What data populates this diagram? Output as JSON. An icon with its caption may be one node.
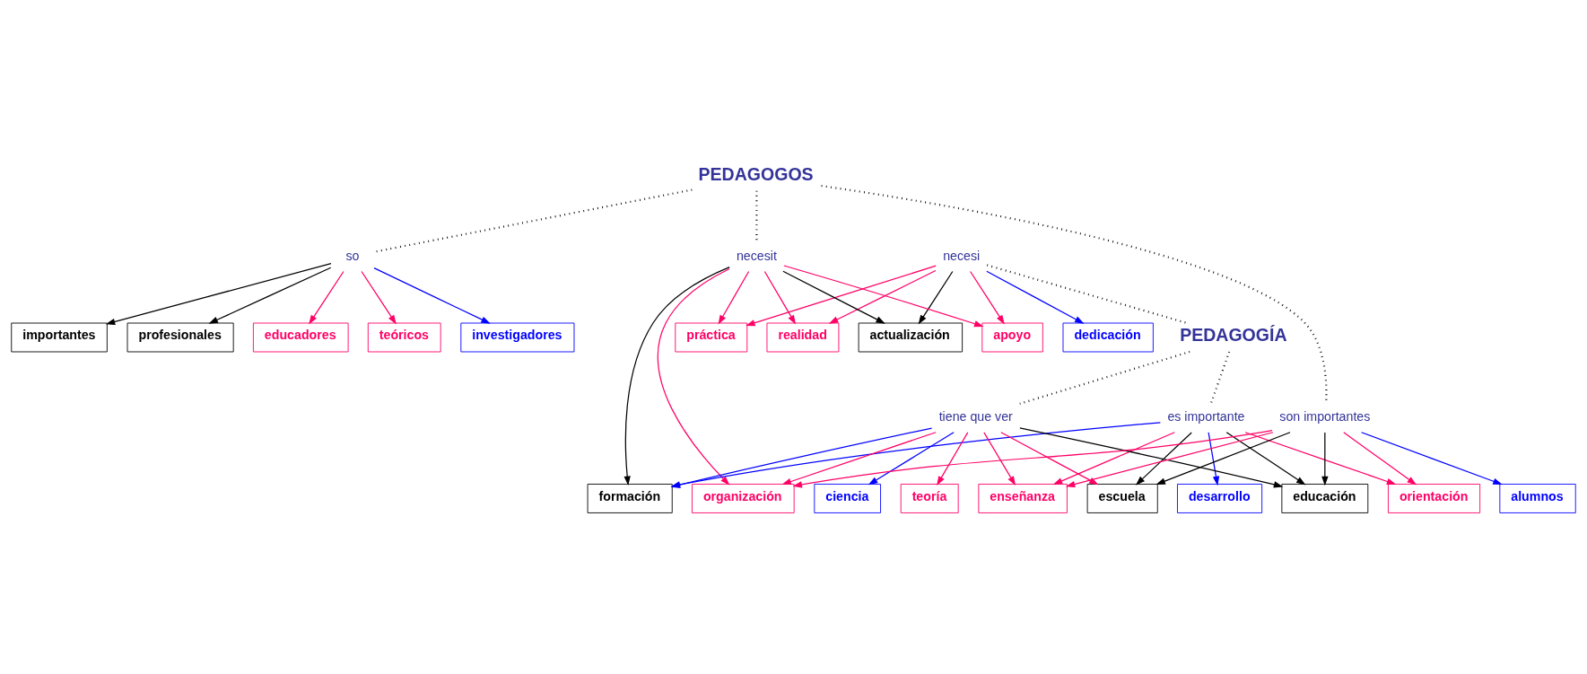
{
  "diagram": {
    "nodes": [
      {
        "text": [
          "PEDAGOGOS"
        ]
      },
      {
        "text": [
          "práctica"
        ]
      },
      {
        "text": [
          "necesi"
        ]
      },
      {
        "text": [
          "PEDAGOGÍA"
        ]
      },
      {
        "text": [
          "teóricos"
        ]
      },
      {
        "text": [
          "realidad"
        ]
      },
      {
        "text": [
          "actualización"
        ]
      },
      {
        "text": [
          "dedicación"
        ]
      },
      {
        "text": [
          "teoría"
        ]
      },
      {
        "text": [
          "investigadores"
        ]
      },
      {
        "text": [
          "necesit"
        ]
      },
      {
        "text": [
          "apoyo"
        ]
      },
      {
        "text": [
          "es importante"
        ]
      },
      {
        "text": [
          "ciencia"
        ]
      },
      {
        "text": [
          "importantes"
        ]
      },
      {
        "text": [
          "so"
        ]
      },
      {
        "text": [
          "formación"
        ]
      },
      {
        "text": [
          "tiene que ver"
        ]
      },
      {
        "text": [
          "escuela"
        ]
      },
      {
        "text": [
          "son importantes"
        ]
      },
      {
        "text": [
          "profesionales"
        ]
      },
      {
        "text": [
          "enseñanza"
        ]
      },
      {
        "text": [
          "educadores"
        ]
      },
      {
        "text": [
          "orientación"
        ]
      },
      {
        "text": [
          "alumnos"
        ]
      },
      {
        "text": [
          "educación"
        ]
      },
      {
        "text": [
          "desarrollo"
        ]
      },
      {
        "text": [
          "organización"
        ]
      }
    ],
    "edges": [
      {
        "from": 0,
        "to": 15,
        "arrow": "none",
        "style": "dashed",
        "color": "#000000"
      },
      {
        "from": 0,
        "to": 10,
        "arrow": "none",
        "style": "dashed",
        "color": "#000000"
      },
      {
        "from": 0,
        "to": 19,
        "arrow": "none",
        "style": "dashed",
        "color": "#000000"
      },
      {
        "from": 2,
        "to": 3,
        "arrow": "none",
        "style": "dashed",
        "color": "#000000"
      },
      {
        "from": 3,
        "to": 12,
        "arrow": "none",
        "style": "dashed",
        "color": "#000000"
      },
      {
        "from": 3,
        "to": 17,
        "arrow": "none",
        "style": "dashed",
        "color": "#000000"
      },
      {
        "from": 2,
        "to": 1,
        "arrow": "to"
      },
      {
        "from": 2,
        "to": 5,
        "arrow": "to"
      },
      {
        "from": 2,
        "to": 6,
        "arrow": "to",
        "color": "#000000"
      },
      {
        "from": 2,
        "to": 7,
        "arrow": "to",
        "color": "#0000ff"
      },
      {
        "from": 2,
        "to": 11,
        "arrow": "to"
      },
      {
        "from": 10,
        "to": 1,
        "arrow": "to"
      },
      {
        "from": 10,
        "to": 5,
        "arrow": "to"
      },
      {
        "from": 10,
        "to": 6,
        "arrow": "to",
        "color": "#000000"
      },
      {
        "from": 10,
        "to": 11,
        "arrow": "to"
      },
      {
        "from": 10,
        "to": 16,
        "arrow": "to",
        "color": "#000000"
      },
      {
        "from": 10,
        "to": 27,
        "arrow": "to"
      },
      {
        "from": 15,
        "to": 4,
        "arrow": "to"
      },
      {
        "from": 15,
        "to": 9,
        "arrow": "to",
        "color": "#0000ff"
      },
      {
        "from": 15,
        "to": 14,
        "arrow": "to",
        "color": "#000000"
      },
      {
        "from": 15,
        "to": 20,
        "arrow": "to",
        "color": "#000000"
      },
      {
        "from": 15,
        "to": 22,
        "arrow": "to"
      },
      {
        "from": 19,
        "to": 18,
        "arrow": "to",
        "color": "#000000"
      },
      {
        "from": 19,
        "to": 21,
        "arrow": "to"
      },
      {
        "from": 19,
        "to": 23,
        "arrow": "to"
      },
      {
        "from": 19,
        "to": 24,
        "arrow": "to",
        "color": "#0000ff"
      },
      {
        "from": 19,
        "to": 25,
        "arrow": "to",
        "color": "#000000"
      },
      {
        "from": 19,
        "to": 27,
        "arrow": "to"
      },
      {
        "from": 12,
        "to": 16,
        "arrow": "to",
        "color": "#0000ff"
      },
      {
        "from": 12,
        "to": 18,
        "arrow": "to",
        "color": "#000000"
      },
      {
        "from": 12,
        "to": 21,
        "arrow": "to"
      },
      {
        "from": 12,
        "to": 23,
        "arrow": "to"
      },
      {
        "from": 12,
        "to": 25,
        "arrow": "to",
        "color": "#000000"
      },
      {
        "from": 12,
        "to": 26,
        "arrow": "to",
        "color": "#0000ff"
      },
      {
        "from": 17,
        "to": 8,
        "arrow": "to"
      },
      {
        "from": 17,
        "to": 13,
        "arrow": "to",
        "color": "#0000ff"
      },
      {
        "from": 17,
        "to": 16,
        "arrow": "to",
        "color": "#0000ff"
      },
      {
        "from": 17,
        "to": 18,
        "arrow": "to"
      },
      {
        "from": 17,
        "to": 21,
        "arrow": "to"
      },
      {
        "from": 17,
        "to": 25,
        "arrow": "to",
        "color": "#000000"
      },
      {
        "from": 17,
        "to": 27,
        "arrow": "to"
      }
    ]
  }
}
